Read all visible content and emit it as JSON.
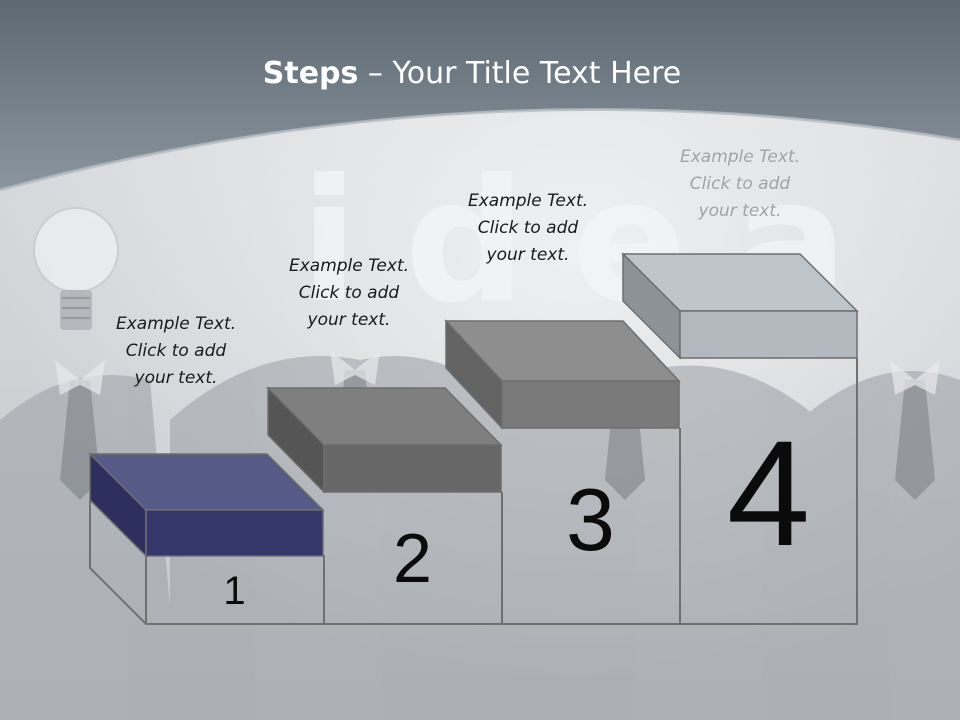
{
  "title": {
    "bold": "Steps",
    "rest": " – Your Title Text Here"
  },
  "steps": [
    {
      "number": "1",
      "text": [
        "Example Text.",
        "Click  to add",
        "your text."
      ],
      "top_color": "#565a86",
      "side_color": "#2d2f5e",
      "front_color": "#35366a"
    },
    {
      "number": "2",
      "text": [
        "Example Text.",
        "Click  to add",
        "your text."
      ],
      "top_color": "#7f7f7f",
      "side_color": "#555555",
      "front_color": "#676767"
    },
    {
      "number": "3",
      "text": [
        "Example Text.",
        "Click  to add",
        "your text."
      ],
      "top_color": "#8e8e8e",
      "side_color": "#636363",
      "front_color": "#7a7a7a"
    },
    {
      "number": "4",
      "text": [
        "Example Text.",
        "Click  to add",
        "your text."
      ],
      "top_color": "#bfc6cb",
      "side_color": "#8c9398",
      "front_color": "#b3babf"
    }
  ],
  "background_word": "idea",
  "colors": {
    "header": "#74808a",
    "background": "#cdd0d4",
    "outline": "#6f6f6f"
  }
}
